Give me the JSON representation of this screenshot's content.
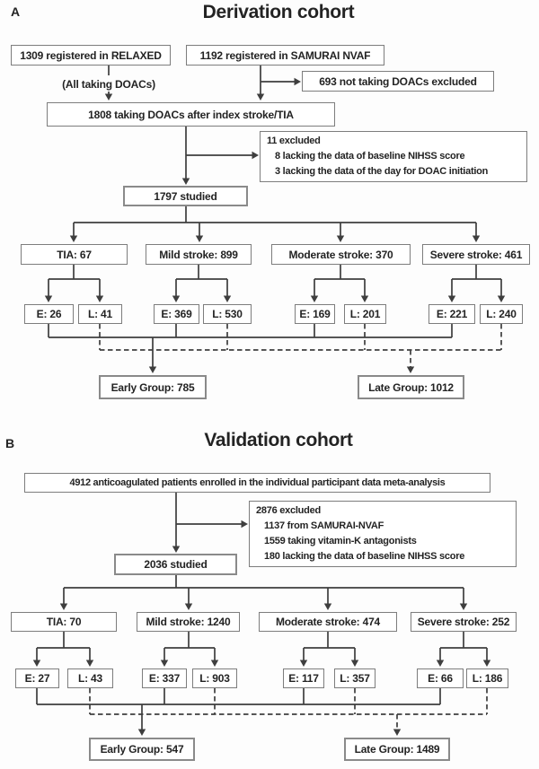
{
  "colors": {
    "background": "#fdfdfd",
    "line": "#3e3e3e",
    "box_border": "#7d7d7d",
    "emphasis_border": "#8a8a8a",
    "text": "#232323"
  },
  "panel_a": {
    "label": "A",
    "title": "Derivation cohort",
    "relaxed": "1309 registered in RELAXED",
    "samurai": "1192 registered in SAMURAI NVAF",
    "doacs_note": "(All taking DOACs)",
    "not_taking_doacs": "693 not taking DOACs excluded",
    "taking_doacs": "1808 taking DOACs after index stroke/TIA",
    "excluded_title": "11 excluded",
    "excluded_item1": "8 lacking the data of baseline NIHSS score",
    "excluded_item2": "3 lacking the data of the day for DOAC initiation",
    "studied": "1797 studied",
    "cat_tia": "TIA: 67",
    "cat_mild": "Mild stroke: 899",
    "cat_moderate": "Moderate stroke: 370",
    "cat_severe": "Severe stroke: 461",
    "tia_early": "E: 26",
    "tia_late": "L: 41",
    "mild_early": "E: 369",
    "mild_late": "L: 530",
    "moderate_early": "E: 169",
    "moderate_late": "L: 201",
    "severe_early": "E: 221",
    "severe_late": "L: 240",
    "early_group": "Early Group: 785",
    "late_group": "Late Group: 1012"
  },
  "panel_b": {
    "label": "B",
    "title": "Validation cohort",
    "enrolled": "4912 anticoagulated patients enrolled in the individual participant data meta-analysis",
    "excluded_title": "2876 excluded",
    "excluded_item1": "1137 from SAMURAI-NVAF",
    "excluded_item2": "1559 taking vitamin-K antagonists",
    "excluded_item3": "180 lacking the data of baseline NIHSS score",
    "studied": "2036 studied",
    "cat_tia": "TIA: 70",
    "cat_mild": "Mild stroke: 1240",
    "cat_moderate": "Moderate stroke: 474",
    "cat_severe": "Severe stroke: 252",
    "tia_early": "E: 27",
    "tia_late": "L: 43",
    "mild_early": "E: 337",
    "mild_late": "L: 903",
    "moderate_early": "E: 117",
    "moderate_late": "L: 357",
    "severe_early": "E: 66",
    "severe_late": "L: 186",
    "early_group": "Early Group: 547",
    "late_group": "Late Group: 1489"
  }
}
